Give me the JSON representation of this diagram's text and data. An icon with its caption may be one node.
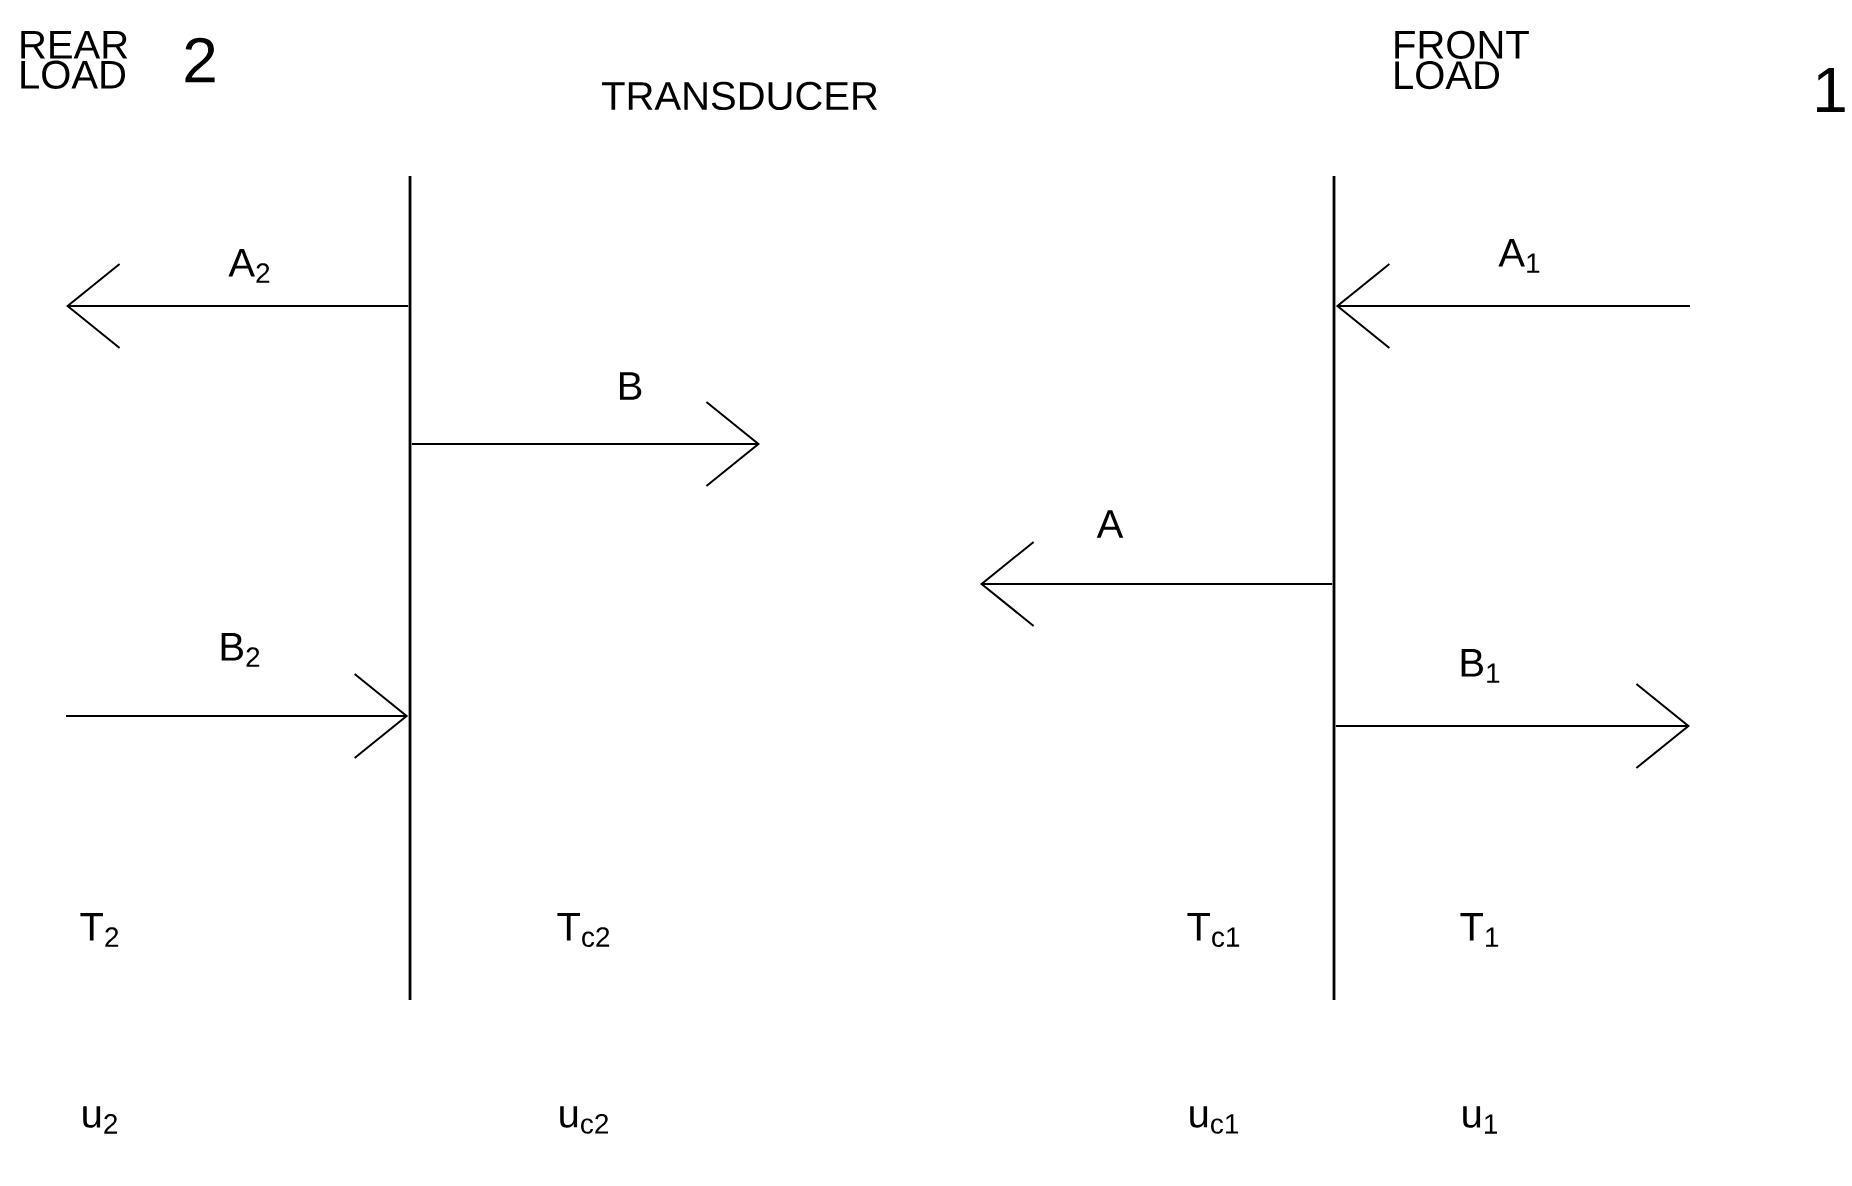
{
  "diagram": {
    "nodes": [
      {
        "text": [],
        "shape": "bar"
      },
      {
        "text": [],
        "shape": "bar"
      }
    ],
    "edges": [
      {
        "from": 0,
        "to": null,
        "arrow": "to",
        "label": "A$_{2}$"
      },
      {
        "from": 0,
        "to": null,
        "arrow": "to",
        "label": "B"
      },
      {
        "from": null,
        "to": 0,
        "arrow": "to",
        "label": "B$_{2}$"
      },
      {
        "from": null,
        "to": 1,
        "arrow": "to",
        "label": "A$_{1}$"
      },
      {
        "from": 1,
        "to": null,
        "arrow": "to",
        "label": "A"
      },
      {
        "from": 1,
        "to": null,
        "arrow": "to",
        "label": "B$_{1}$"
      }
    ],
    "labels": [
      "REAR LOAD",
      "2",
      "TRANSDUCER",
      "FRONT LOAD",
      "1",
      "T$_{2}$",
      "T$_{c2}$",
      "T$_{c1}$",
      "T$_{1}$",
      "u$_{2}$",
      "u$_{c2}$",
      "u$_{c1}$",
      "u$_{1}$"
    ]
  }
}
